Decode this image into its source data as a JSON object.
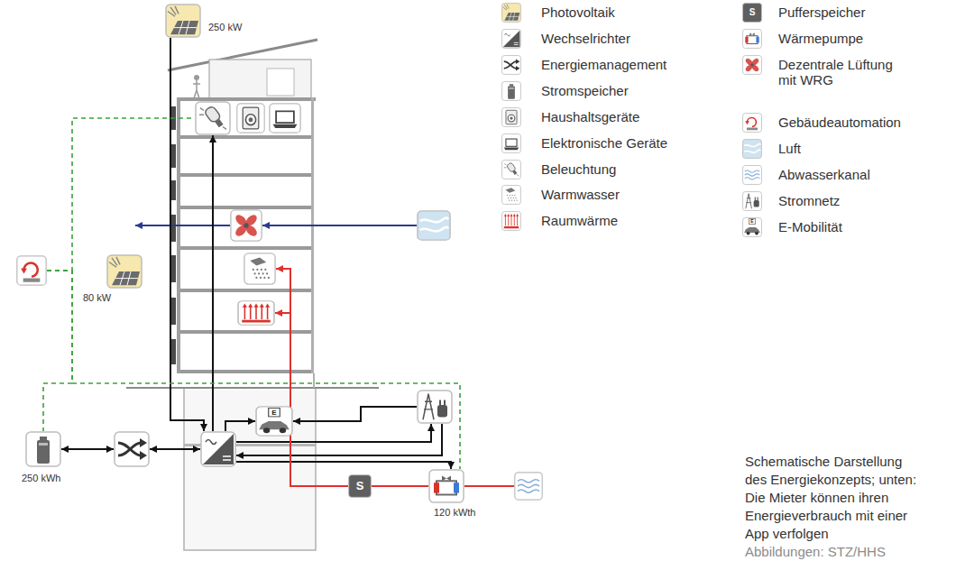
{
  "diagram": {
    "caption": "Schematische Darstellung des Energiekonzepts; unten: Die Mieter können ihren Energieverbrauch mit einer App verfolgen",
    "nodes": [
      {
        "text": [
          "250 kW"
        ]
      },
      {
        "text": []
      },
      {
        "text": []
      },
      {
        "text": []
      },
      {
        "text": []
      },
      {
        "text": []
      },
      {
        "text": []
      },
      {
        "text": [
          "80 kW"
        ]
      },
      {
        "text": []
      },
      {
        "text": []
      },
      {
        "text": [
          "E"
        ]
      },
      {
        "text": []
      },
      {
        "text": [
          "250 kWh"
        ]
      },
      {
        "text": []
      },
      {
        "text": []
      },
      {
        "text": [
          "S"
        ]
      },
      {
        "text": [
          "120 kWth"
        ]
      },
      {
        "text": []
      }
    ],
    "edges": [
      {
        "from": 0,
        "to": 14,
        "arrow": "to"
      },
      {
        "from": 14,
        "to": 1,
        "arrow": "to"
      },
      {
        "from": 14,
        "to": 10,
        "arrow": "to"
      },
      {
        "from": 11,
        "to": 10,
        "arrow": "to"
      },
      {
        "from": 14,
        "to": 11,
        "arrow": "to"
      },
      {
        "from": 11,
        "to": 14,
        "arrow": "to"
      },
      {
        "from": 14,
        "to": 16,
        "arrow": "to"
      },
      {
        "from": 12,
        "to": 13,
        "arrow": "both"
      },
      {
        "from": 13,
        "to": 14,
        "arrow": "both"
      },
      {
        "from": 16,
        "to": 15,
        "arrow": "none"
      },
      {
        "from": 16,
        "to": 17,
        "arrow": "none"
      },
      {
        "from": 15,
        "to": 8,
        "arrow": "to"
      },
      {
        "from": 15,
        "to": 9,
        "arrow": "to"
      },
      {
        "from": 5,
        "to": 4,
        "arrow": "to"
      },
      {
        "from": 6,
        "to": 1,
        "arrow": "none"
      },
      {
        "from": 6,
        "to": 12,
        "arrow": "none"
      },
      {
        "from": 6,
        "to": 16,
        "arrow": "none"
      }
    ],
    "labels": [
      "S",
      "E",
      "Abbildungen: STZ/HHS"
    ],
    "legend": [
      {
        "text": "Photovoltaik"
      },
      {
        "text": "Wechselrichter"
      },
      {
        "text": "Energiemanagement"
      },
      {
        "text": "Stromspeicher"
      },
      {
        "text": "Haushaltsgeräte"
      },
      {
        "text": "Elektronische Geräte"
      },
      {
        "text": "Beleuchtung"
      },
      {
        "text": "Warmwasser"
      },
      {
        "text": "Raumwärme"
      },
      {
        "text": "Pufferspeicher"
      },
      {
        "text": "Wärmepumpe"
      },
      {
        "text": "Dezentrale Lüftung mit WRG"
      },
      {
        "text": "Gebäudeautomation"
      },
      {
        "text": "Luft"
      },
      {
        "text": "Abwasserkanal"
      },
      {
        "text": "Stromnetz"
      },
      {
        "text": "E-Mobilität"
      }
    ]
  }
}
